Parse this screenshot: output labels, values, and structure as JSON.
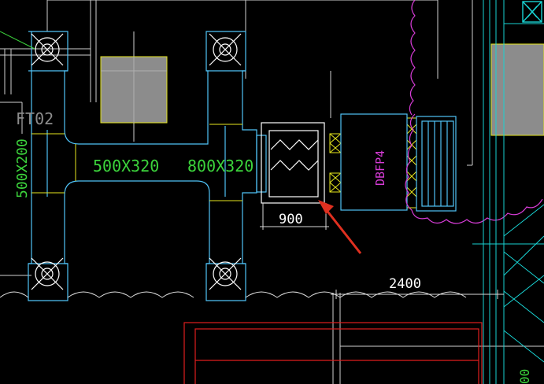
{
  "colors": {
    "background": "#000000",
    "duct": "#4fc3f7",
    "duct_fill": "#000000",
    "white": "#ffffff",
    "green": "#3cd43c",
    "magenta": "#d63cd6",
    "yellow": "#e6e61e",
    "gray_fill": "#8c8c8c",
    "red": "#e01e1e",
    "arrow": "#e03020",
    "dim": "#d8d8d8",
    "cyan": "#19d2d2"
  },
  "labels": {
    "ft02": "FT02",
    "duct_vertical": "500X200",
    "duct_500x320": "500X320",
    "duct_800x320": "800X320",
    "equipment": "DBFP4",
    "dim_900": "900",
    "dim_2400": "2400"
  },
  "icons": {
    "top_right": "fan-symbol-icon"
  }
}
